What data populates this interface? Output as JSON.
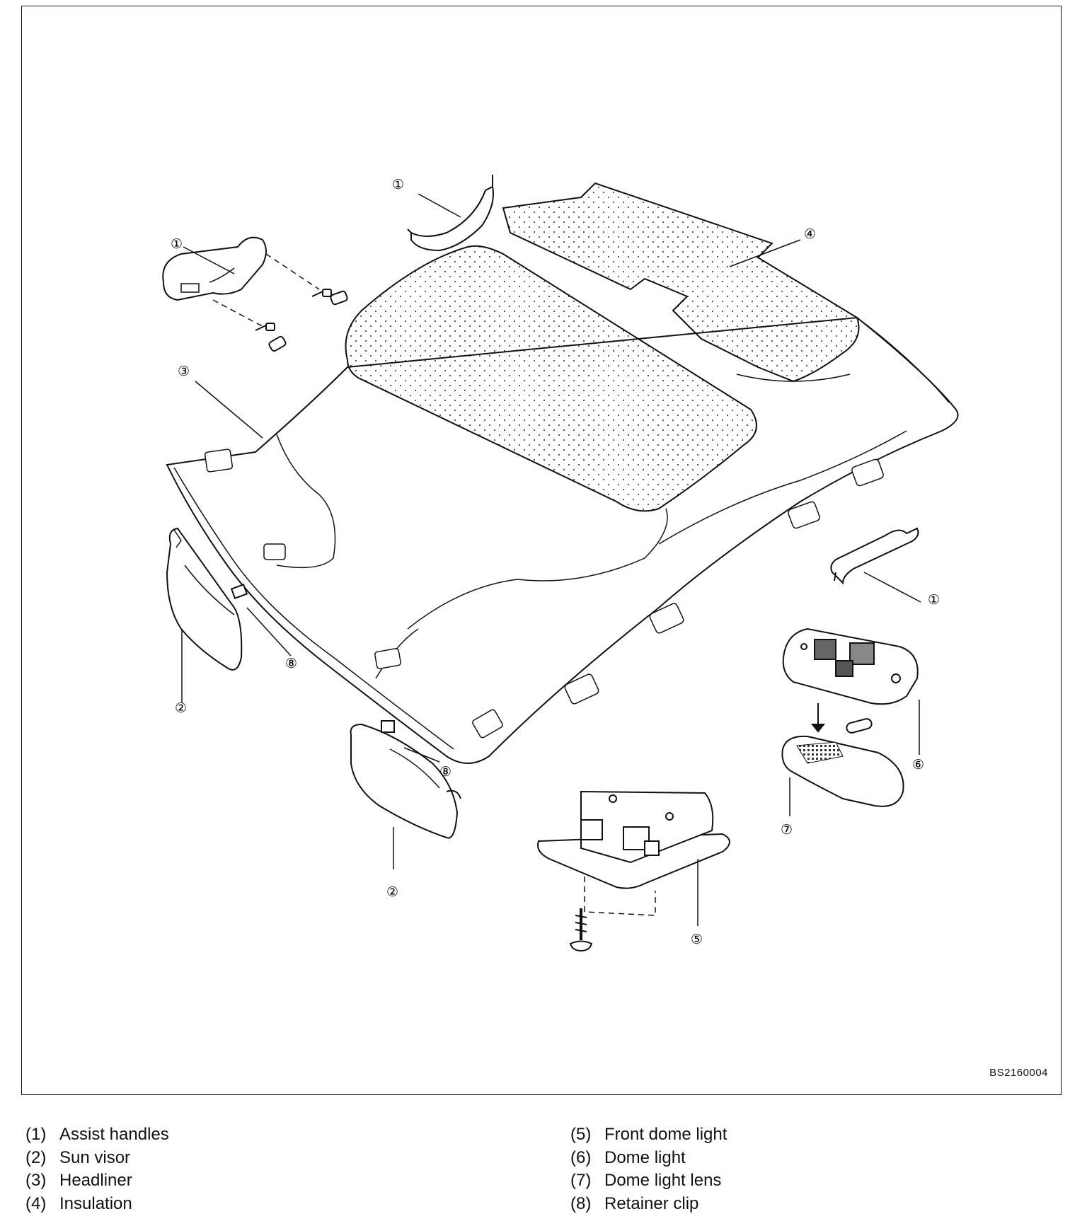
{
  "figure": {
    "code": "BS2160004",
    "callouts": [
      "①",
      "②",
      "③",
      "④",
      "⑤",
      "⑥",
      "⑦",
      "⑧"
    ]
  },
  "legend": {
    "left": [
      {
        "num": "(1)",
        "text": "Assist handles"
      },
      {
        "num": "(2)",
        "text": "Sun visor"
      },
      {
        "num": "(3)",
        "text": "Headliner"
      },
      {
        "num": "(4)",
        "text": "Insulation"
      }
    ],
    "right": [
      {
        "num": "(5)",
        "text": "Front dome light"
      },
      {
        "num": "(6)",
        "text": "Dome light"
      },
      {
        "num": "(7)",
        "text": "Dome light lens"
      },
      {
        "num": "(8)",
        "text": "Retainer clip"
      }
    ]
  }
}
